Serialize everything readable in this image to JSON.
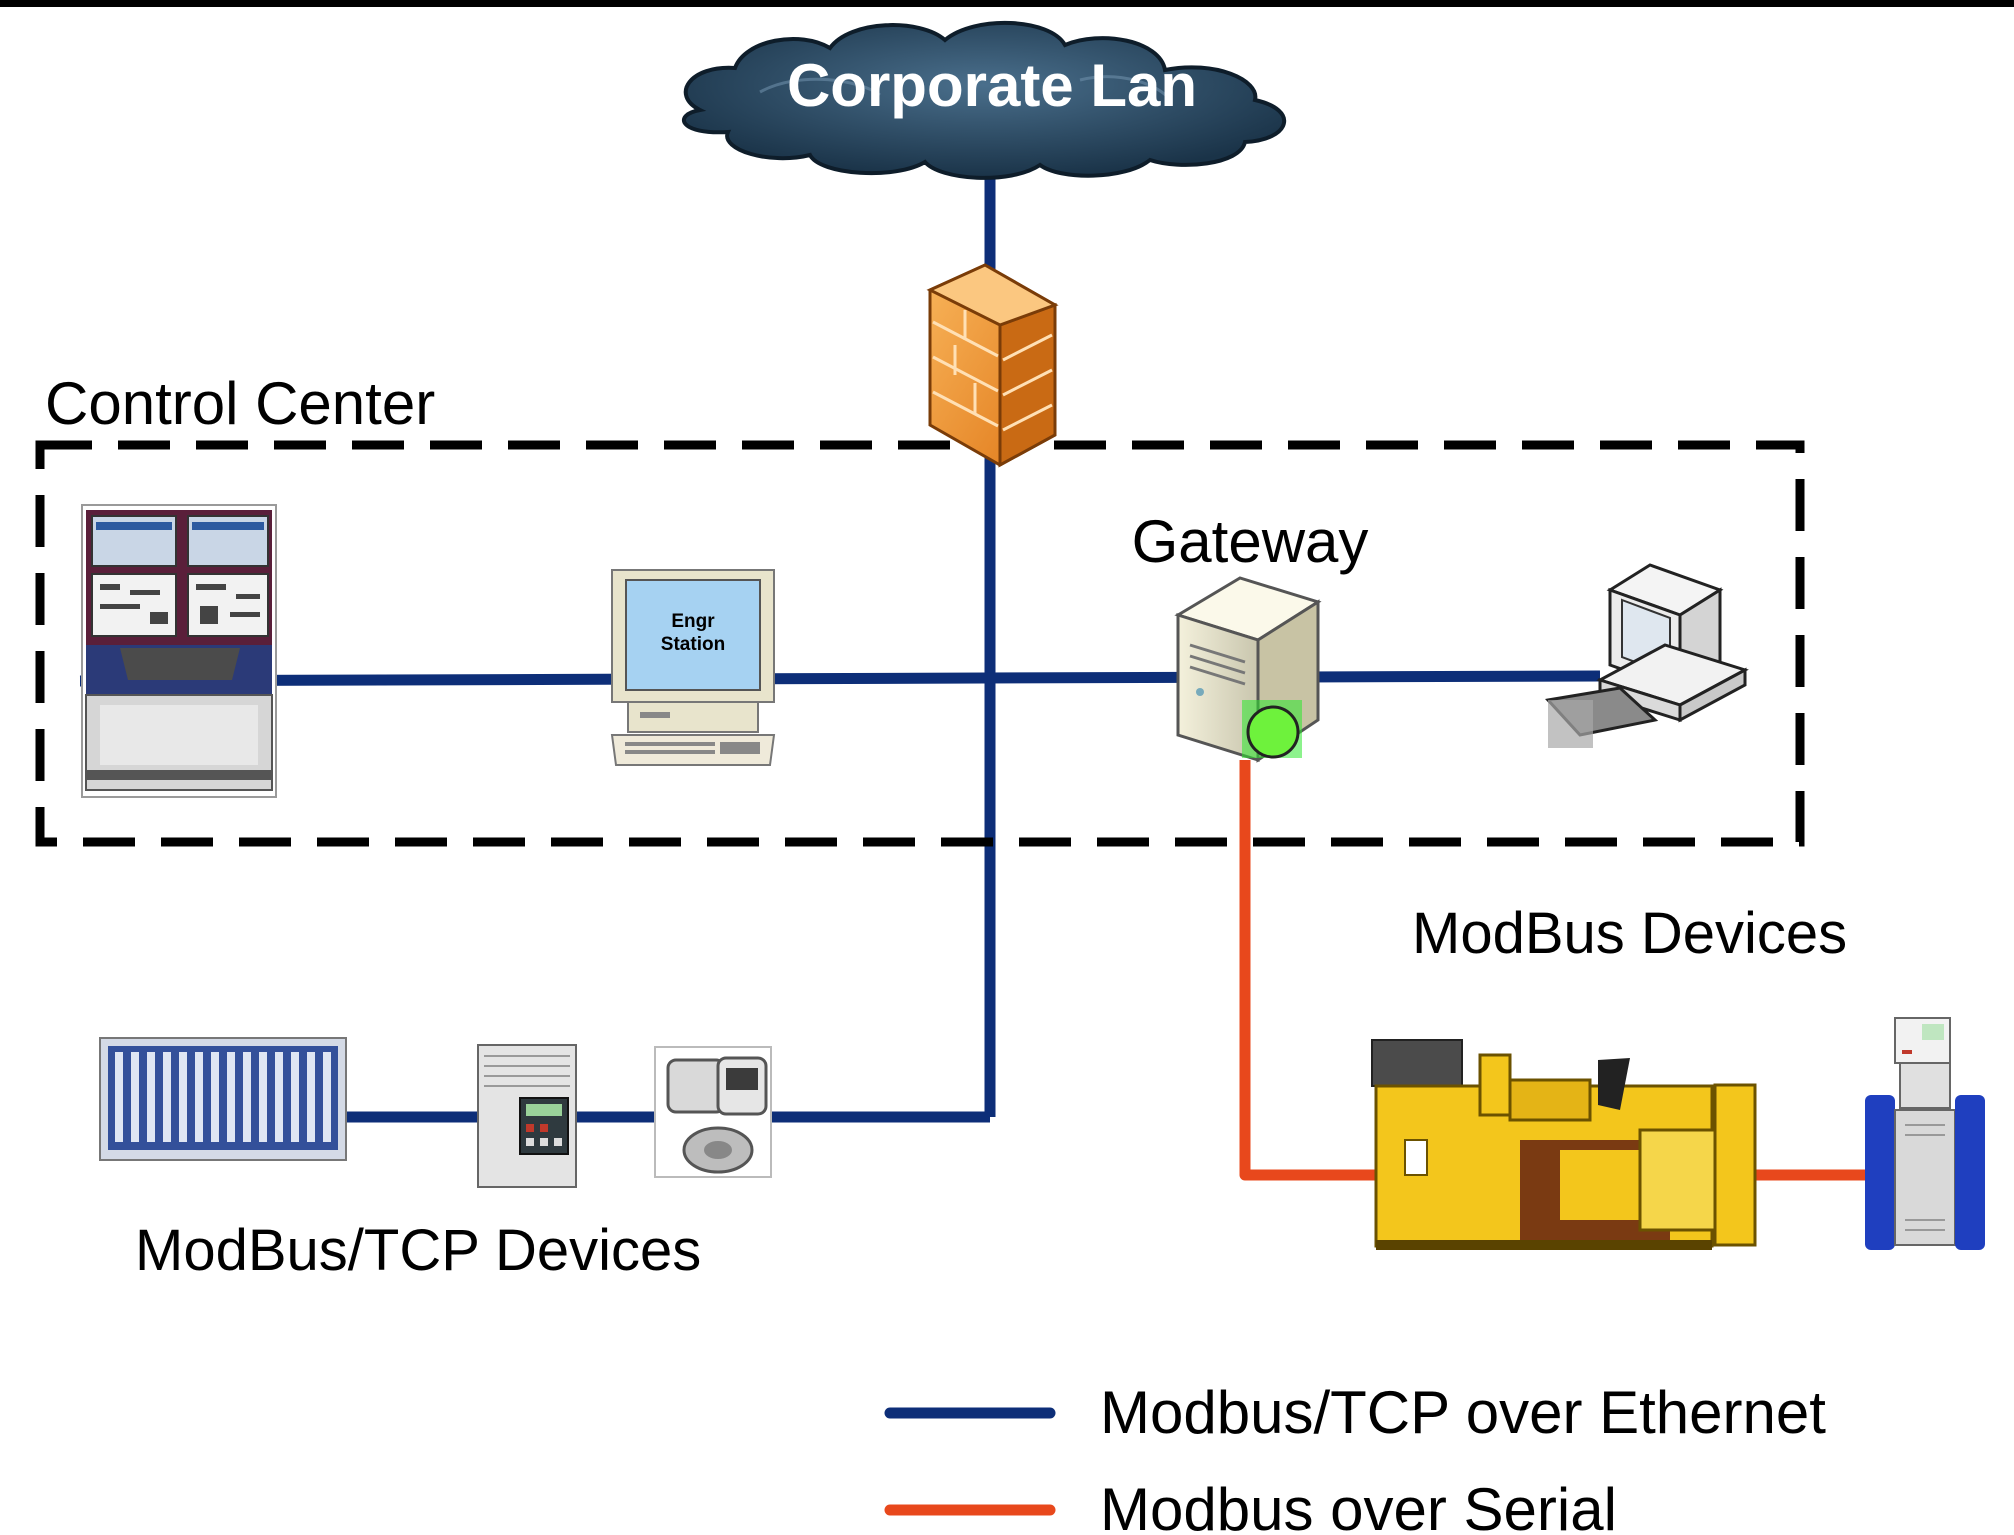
{
  "cloud": {
    "label": "Corporate Lan"
  },
  "zones": {
    "control_center": "Control Center"
  },
  "nodes": {
    "gateway": "Gateway",
    "engr_station_line1": "Engr",
    "engr_station_line2": "Station"
  },
  "groups": {
    "tcp_devices": "ModBus/TCP Devices",
    "serial_devices": "ModBus Devices"
  },
  "legend": [
    {
      "label": "Modbus/TCP over Ethernet",
      "color": "#0d2e78"
    },
    {
      "label": "Modbus over Serial",
      "color": "#e8481c"
    }
  ],
  "colors": {
    "ethernet": "#0d2e78",
    "serial": "#e8481c",
    "firewall": "#f29b3a",
    "cloud": "#24445e",
    "generator": "#f3c61c",
    "status_led": "#6ef23c"
  }
}
